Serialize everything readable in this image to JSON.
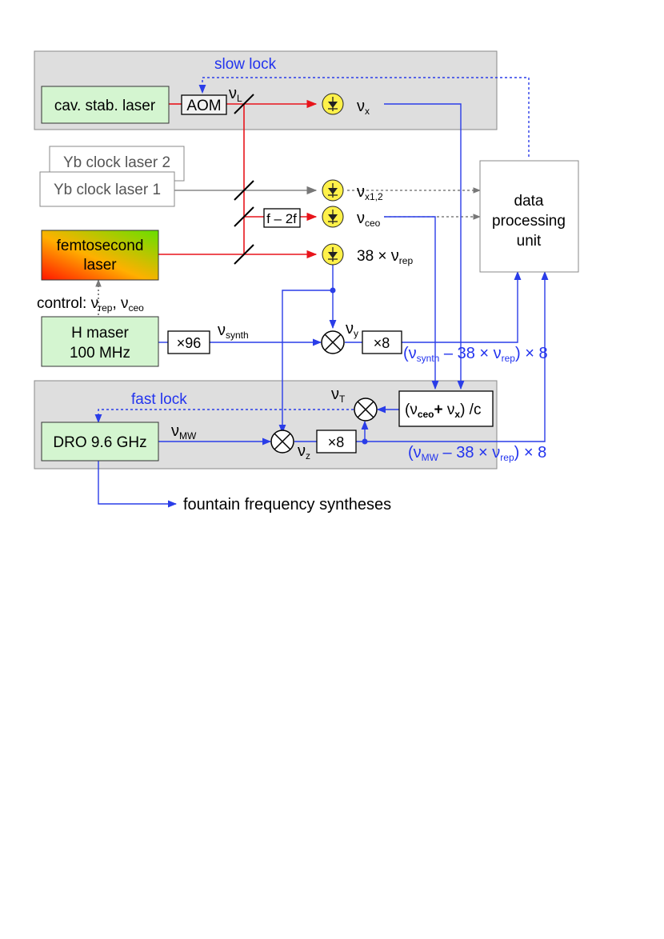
{
  "colors": {
    "optical_path": "#e8141b",
    "rf_path": "#2a3de8",
    "clock_path": "#888888",
    "stabilized_region": "#dedede",
    "block_fill_green": "#d4f5d0",
    "photodiode_fill": "#fff14a"
  },
  "labels": {
    "slow_lock": "slow lock",
    "fast_lock": "fast lock",
    "cav_laser": "cav. stab. laser",
    "aom": "AOM",
    "nu": "ν",
    "sub_L": "L",
    "sub_x": "x",
    "sub_x12": "x1,2",
    "sub_ceo": "ceo",
    "sub_rep": "rep",
    "sub_synth": "synth",
    "sub_y": "y",
    "sub_z": "z",
    "sub_T": "T",
    "sub_MW": "MW",
    "yb2": "Yb clock laser 2",
    "yb1": "Yb clock laser 1",
    "f2f": "f – 2f",
    "femto_1": "femtosecond",
    "femto_2": "laser",
    "mult38": "38 × ",
    "control": "control: ",
    "comma": ", ",
    "maser_1": "H maser",
    "maser_2": "100 MHz",
    "x96": "×96",
    "x8": "×8",
    "dpu_1": "data",
    "dpu_2": "processing",
    "dpu_3": "unit",
    "eq_synth_open": "(",
    "eq_minus": " – 38 × ",
    "eq_close": ") × 8",
    "ratio_open": "(",
    "ratio_plus": "+ ",
    "ratio_close": ") /c",
    "dro": "DRO 9.6 GHz",
    "fountain": "fountain frequency syntheses"
  }
}
